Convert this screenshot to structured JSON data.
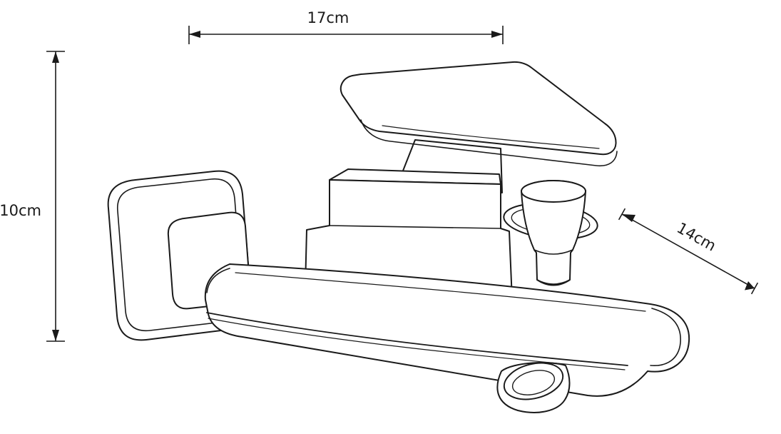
{
  "drawing": {
    "subject": "bath-mixer-faucet-technical-drawing",
    "labels": {
      "width": "17cm",
      "height": "10cm",
      "depth": "14cm"
    },
    "colors": {
      "line": "#1a1a1a",
      "background": "#ffffff"
    }
  }
}
